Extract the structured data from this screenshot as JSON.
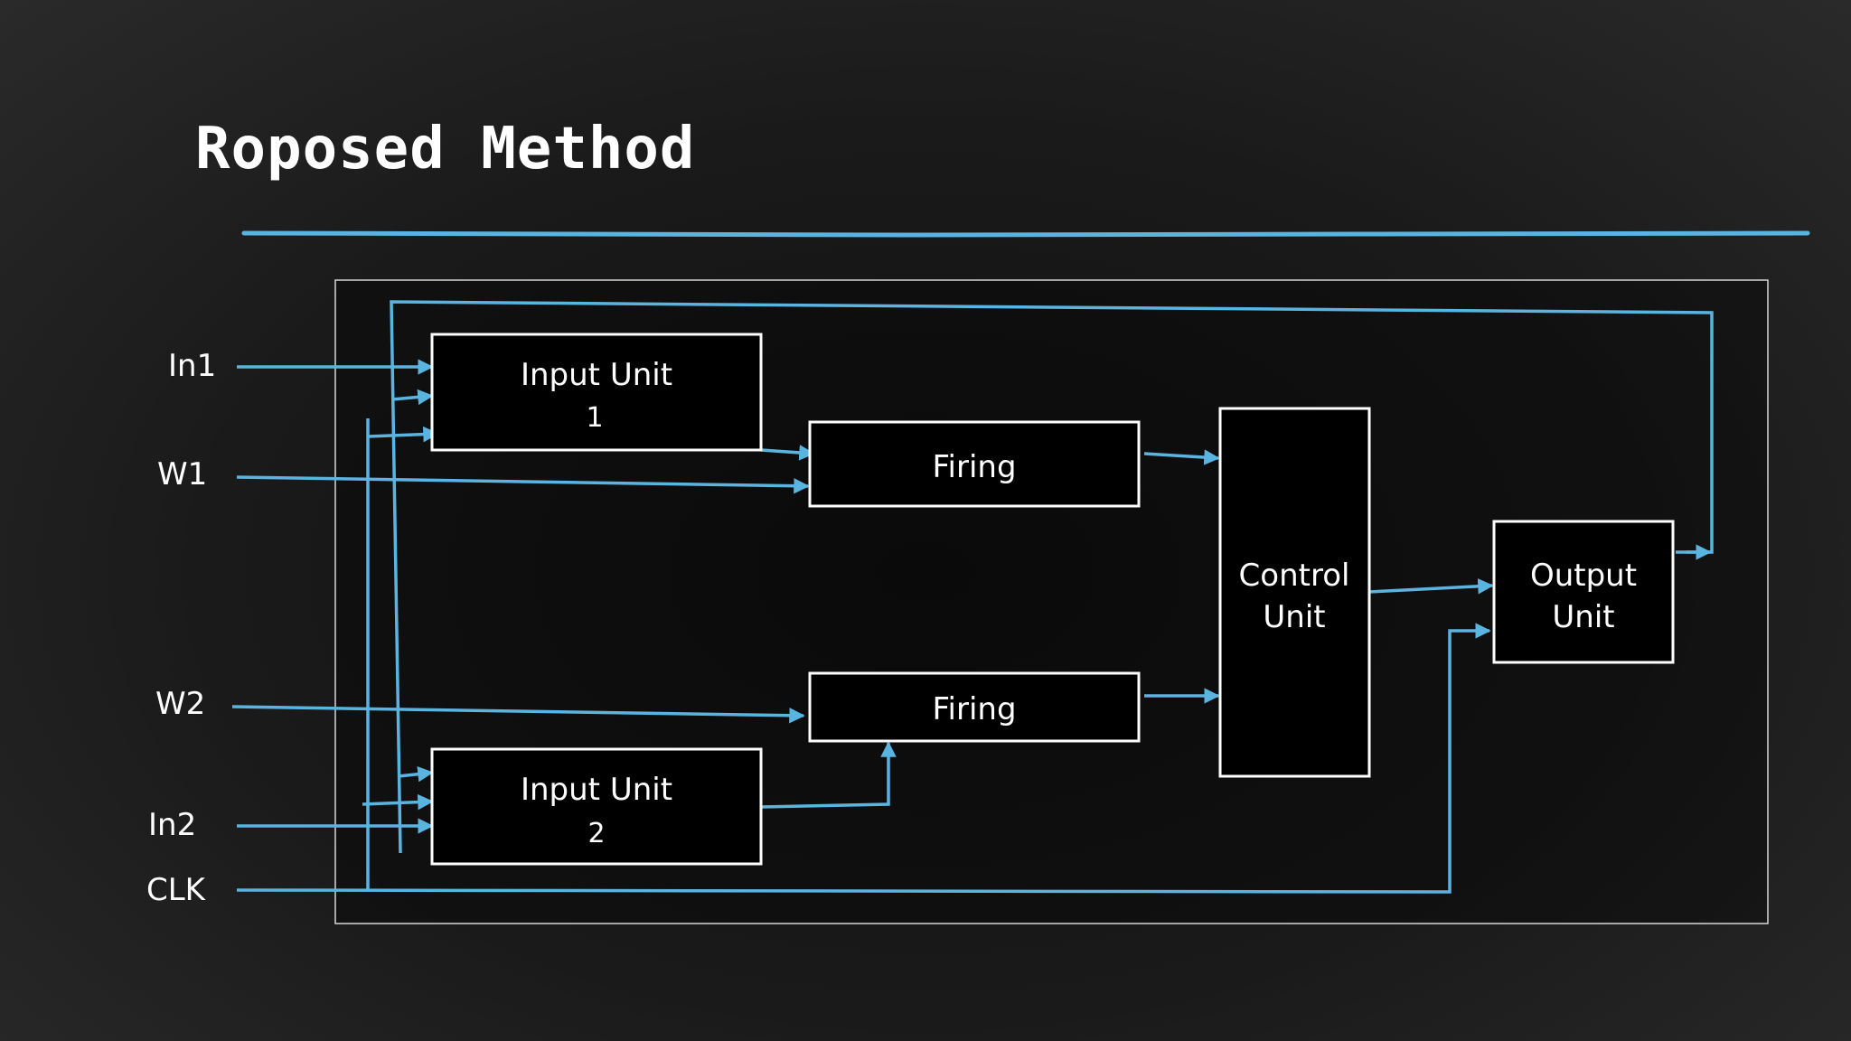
{
  "slide": {
    "title": "Roposed Method"
  },
  "diagram": {
    "signals": {
      "in1": "In1",
      "w1": "W1",
      "w2": "W2",
      "in2": "In2",
      "clk": "CLK"
    },
    "blocks": {
      "input_unit_1": {
        "line1": "Input Unit",
        "line2": "1"
      },
      "firing_1": {
        "line1": "Firing"
      },
      "firing_2": {
        "line1": "Firing"
      },
      "input_unit_2": {
        "line1": "Input Unit",
        "line2": "2"
      },
      "control_unit": {
        "line1": "Control",
        "line2": "Unit"
      },
      "output_unit": {
        "line1": "Output",
        "line2": "Unit"
      }
    }
  },
  "colors": {
    "wire": "#5ab4e0",
    "block_fill": "#000000",
    "block_stroke": "#ffffff",
    "accent_rule": "#5ab4e0"
  }
}
